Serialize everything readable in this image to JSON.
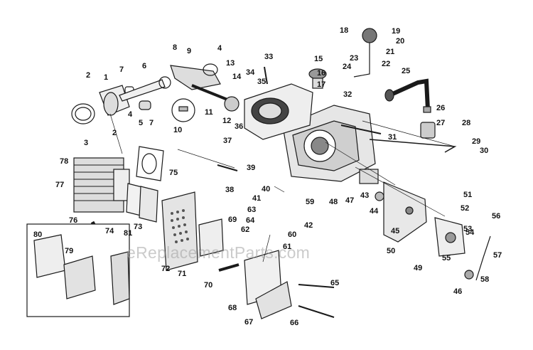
{
  "diagram": {
    "title": "",
    "watermark": "eReplacementParts.com",
    "part_labels": [
      "1",
      "2",
      "2",
      "3",
      "4",
      "4",
      "5",
      "6",
      "7",
      "7",
      "8",
      "9",
      "10",
      "11",
      "12",
      "13",
      "14",
      "15",
      "16",
      "17",
      "18",
      "19",
      "20",
      "21",
      "22",
      "23",
      "24",
      "25",
      "26",
      "27",
      "28",
      "29",
      "30",
      "31",
      "32",
      "33",
      "34",
      "35",
      "36",
      "37",
      "38",
      "39",
      "40",
      "41",
      "42",
      "43",
      "44",
      "45",
      "46",
      "47",
      "48",
      "49",
      "50",
      "51",
      "52",
      "53",
      "54",
      "55",
      "56",
      "57",
      "58",
      "59",
      "60",
      "61",
      "62",
      "63",
      "64",
      "65",
      "66",
      "67",
      "68",
      "69",
      "70",
      "71",
      "72",
      "73",
      "74",
      "75",
      "76",
      "77",
      "78",
      "79",
      "80",
      "81"
    ]
  }
}
